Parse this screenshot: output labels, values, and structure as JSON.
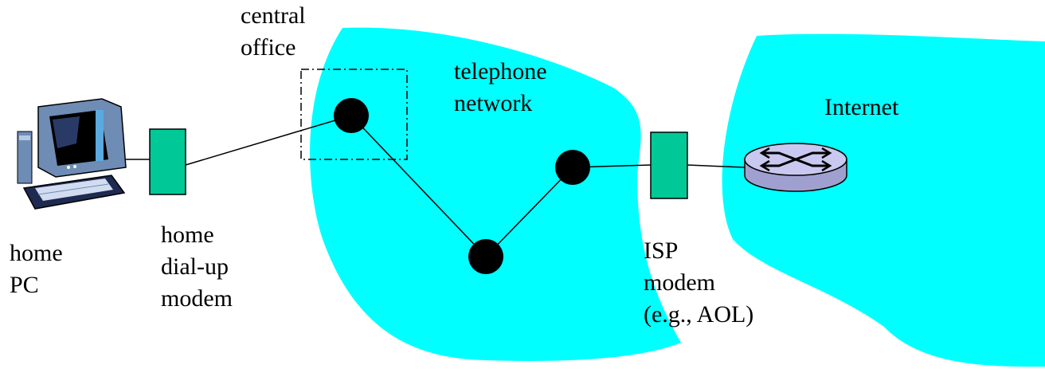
{
  "colors": {
    "network_cloud": "#00FFFF",
    "modem_box": "#00C896",
    "router_body": "#C8C8F0",
    "node": "#000000",
    "line": "#000000"
  },
  "icons": {
    "computer": "home-pc-icon",
    "router": "router-icon"
  },
  "labels": {
    "central_office": [
      "central",
      "office"
    ],
    "telephone_network": [
      "telephone",
      "network"
    ],
    "internet": "Internet",
    "home_pc": [
      "home",
      "PC"
    ],
    "home_modem": [
      "home",
      "dial-up",
      "modem"
    ],
    "isp_modem": [
      "ISP",
      "modem",
      "(e.g., AOL)"
    ]
  }
}
